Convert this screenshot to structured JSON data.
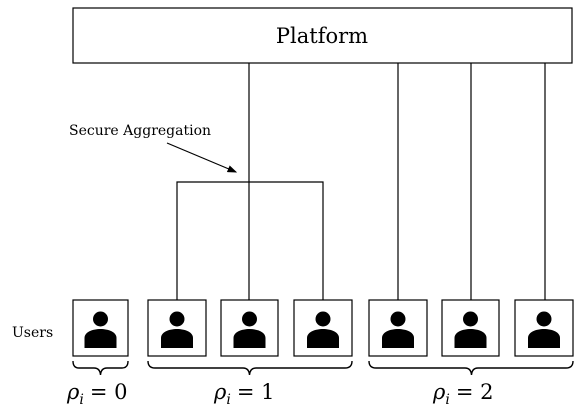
{
  "platform": {
    "label": "Platform"
  },
  "aggregation": {
    "label": "Secure Aggregation"
  },
  "users": {
    "label": "Users",
    "count": 7
  },
  "groups": [
    {
      "symbol": "ρ",
      "subscript": "i",
      "value": "= 0",
      "user_count": 1
    },
    {
      "symbol": "ρ",
      "subscript": "i",
      "value": "= 1",
      "user_count": 3
    },
    {
      "symbol": "ρ",
      "subscript": "i",
      "value": "= 2",
      "user_count": 3
    }
  ],
  "colors": {
    "stroke": "#000000",
    "background": "#ffffff",
    "user_icon": "#000000"
  }
}
